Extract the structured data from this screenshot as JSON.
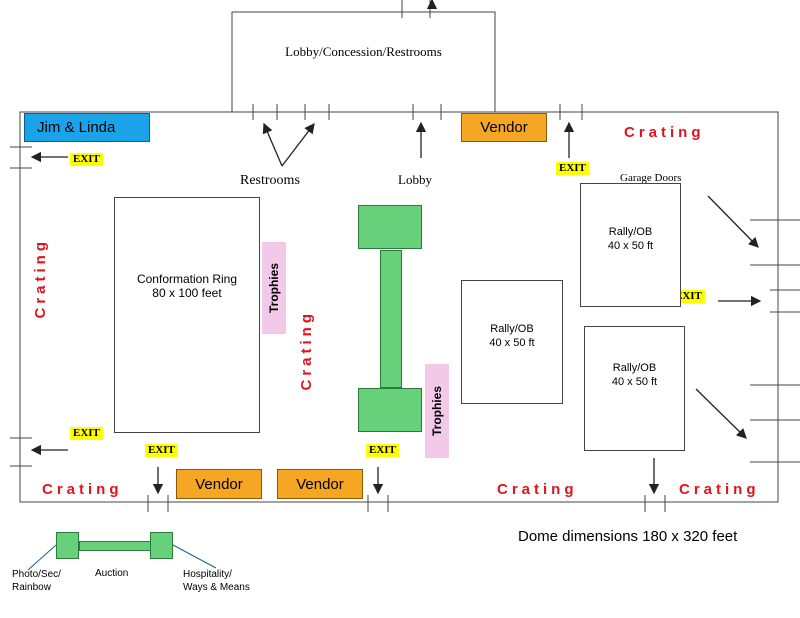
{
  "lobby_building": {
    "label": "Lobby/Concession/Restrooms"
  },
  "labels": {
    "restrooms": "Restrooms",
    "lobby": "Lobby",
    "garage_doors": "Garage Doors",
    "dome_dimensions": "Dome dimensions 180 x 320 feet"
  },
  "booths": {
    "jim_linda": "Jim & Linda",
    "vendor": "Vendor"
  },
  "colors": {
    "vendor": "#f5a623",
    "jim_linda": "#1aa3e8",
    "crating": "#e0141c",
    "exit": "#ffff00",
    "trophies": "#f2c9e8",
    "table": "#66d17a"
  },
  "exit_label": "EXIT",
  "crating_label": "Crating",
  "rings": {
    "conformation": {
      "name": "Conformation Ring",
      "size": "80 x 100 feet"
    },
    "rally_name": "Rally/OB",
    "rally_size": "40 x 50 ft"
  },
  "trophies_label": "Trophies",
  "legend": {
    "left": "Photo/Sec/\nRainbow",
    "middle": "Auction",
    "right": "Hospitality/\nWays & Means"
  }
}
